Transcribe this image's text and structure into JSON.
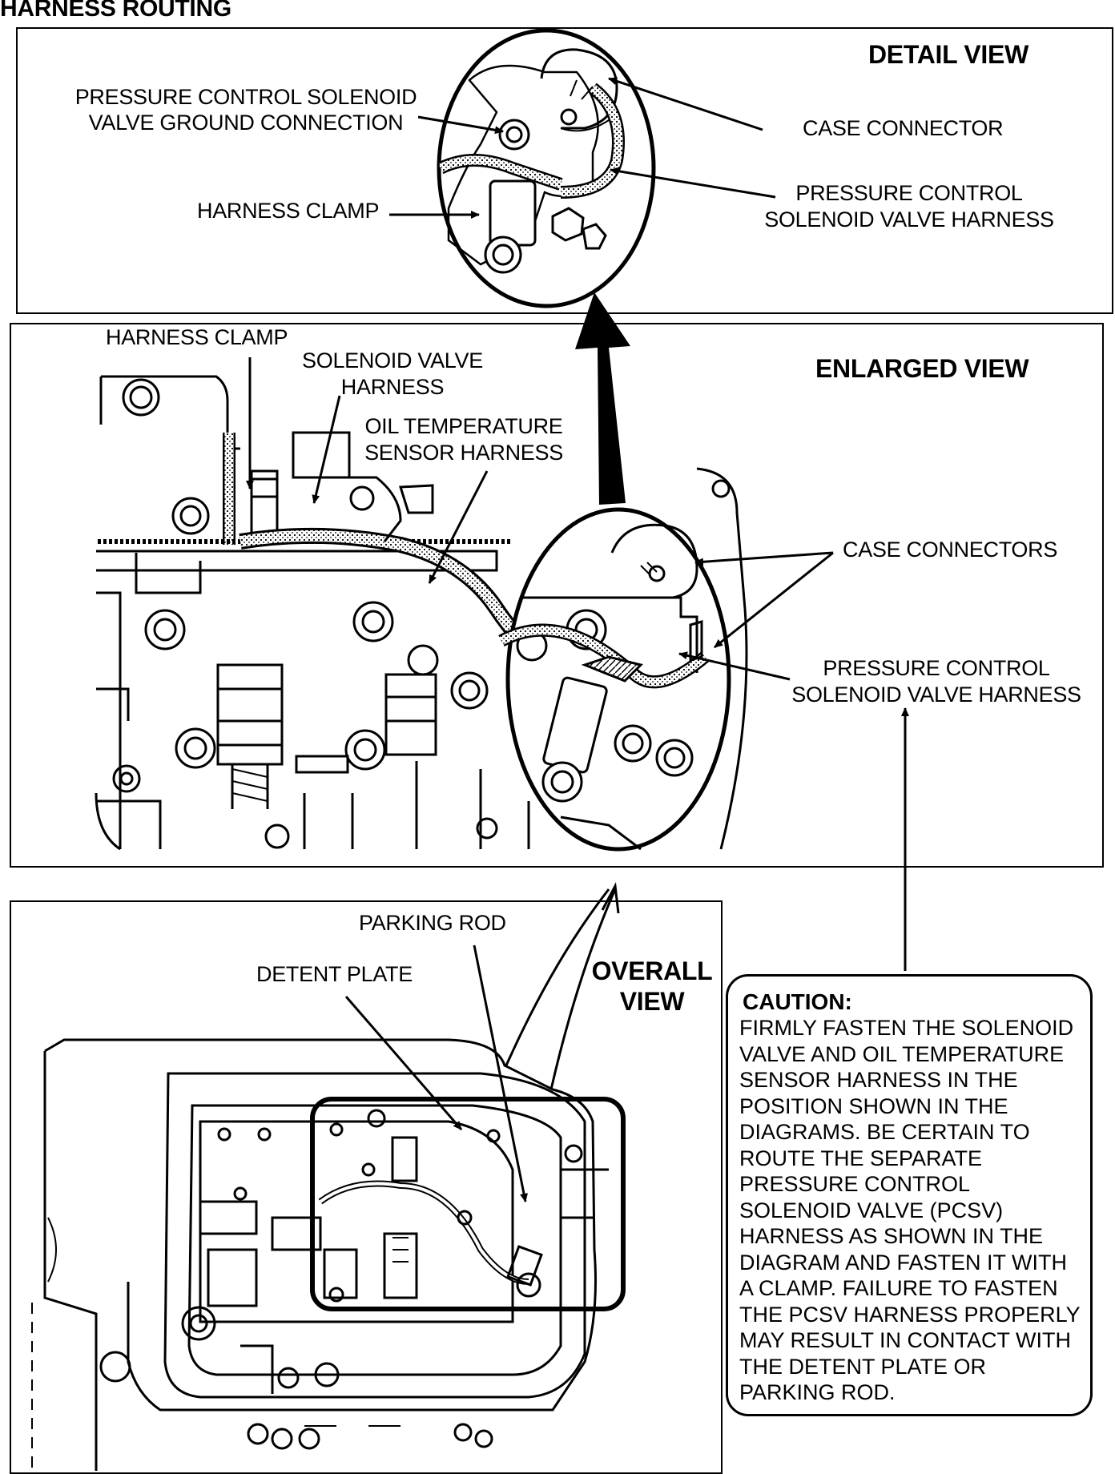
{
  "page_title": "HARNESS ROUTING",
  "detail_view": {
    "heading": "DETAIL VIEW",
    "labels": {
      "pcsv_ground_line1": "PRESSURE CONTROL SOLENOID",
      "pcsv_ground_line2": "VALVE GROUND CONNECTION",
      "harness_clamp": "HARNESS CLAMP",
      "case_connector": "CASE CONNECTOR",
      "pcsv_harness_line1": "PRESSURE CONTROL",
      "pcsv_harness_line2": "SOLENOID VALVE HARNESS"
    }
  },
  "enlarged_view": {
    "heading": "ENLARGED VIEW",
    "labels": {
      "harness_clamp": "HARNESS CLAMP",
      "solenoid_valve_line1": "SOLENOID VALVE",
      "solenoid_valve_line2": "HARNESS",
      "oil_temp_line1": "OIL TEMPERATURE",
      "oil_temp_line2": "SENSOR HARNESS",
      "case_connectors": "CASE CONNECTORS",
      "pcsv_harness_line1": "PRESSURE CONTROL",
      "pcsv_harness_line2": "SOLENOID VALVE HARNESS"
    }
  },
  "overall_view": {
    "heading_line1": "OVERALL",
    "heading_line2": "VIEW",
    "labels": {
      "parking_rod": "PARKING ROD",
      "detent_plate": "DETENT PLATE"
    }
  },
  "caution": {
    "title": "CAUTION:",
    "text": "FIRMLY FASTEN THE SOLENOID\nVALVE AND OIL TEMPERATURE\nSENSOR HARNESS IN THE\nPOSITION SHOWN IN THE\nDIAGRAMS.  BE CERTAIN TO\nROUTE THE SEPARATE\nPRESSURE CONTROL\nSOLENOID VALVE (PCSV)\nHARNESS AS SHOWN IN THE\nDIAGRAM AND FASTEN IT WITH\nA CLAMP.  FAILURE TO FASTEN\nTHE PCSV HARNESS PROPERLY\nMAY RESULT IN CONTACT WITH\nTHE DETENT PLATE OR\nPARKING ROD."
  }
}
